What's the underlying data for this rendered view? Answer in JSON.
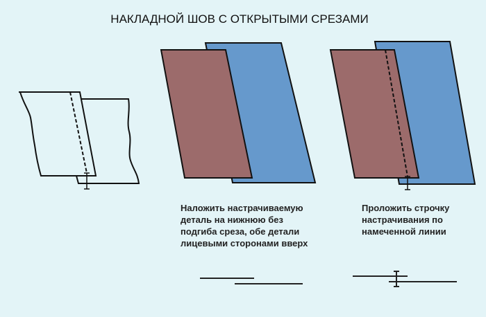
{
  "title": "НАКЛАДНОЙ ШОВ С ОТКРЫТЫМИ СРЕЗАМИ",
  "step1": {
    "lines": [
      "Наложить настрачиваемую",
      "деталь на нижнюю без",
      "подгиба среза, обе детали",
      "лицевыми сторонами вверх"
    ]
  },
  "step2": {
    "lines": [
      "Проложить строчку",
      "настрачивания по",
      "намеченной линии"
    ]
  },
  "colors": {
    "background": "#e3f4f7",
    "top_piece": "#9c6b6b",
    "bottom_piece": "#6699cc",
    "outline": "#111111"
  }
}
